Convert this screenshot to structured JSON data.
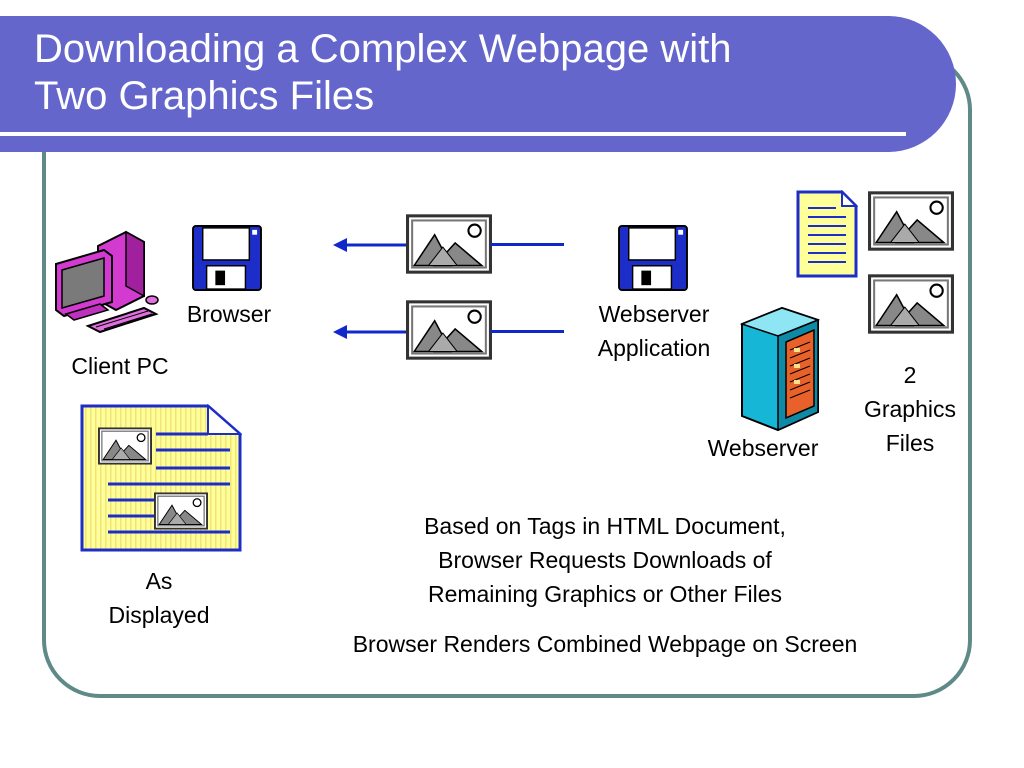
{
  "slide": {
    "title_line1": "Downloading a Complex Webpage with",
    "title_line2": "Two Graphics Files"
  },
  "labels": {
    "client_pc": "Client PC",
    "browser": "Browser",
    "webserver_app_line1": "Webserver",
    "webserver_app_line2": "Application",
    "webserver": "Webserver",
    "graphics_files_line1": "2",
    "graphics_files_line2": "Graphics",
    "graphics_files_line3": "Files",
    "as_displayed_line1": "As",
    "as_displayed_line2": "Displayed"
  },
  "captions": {
    "requests_line1": "Based on Tags in HTML Document,",
    "requests_line2": "Browser Requests Downloads of",
    "requests_line3": "Remaining Graphics or Other Files",
    "renders": "Browser Renders Combined Webpage on Screen"
  },
  "colors": {
    "title_bar": "#6466cc",
    "frame_border": "#5f8a88",
    "arrow": "#1028c8",
    "floppy": "#1d2ec8",
    "document_fill": "#ffff99",
    "pc": "#d23ad0",
    "server": "#16b6d6"
  },
  "icons": [
    "computer-icon",
    "floppy-disk-icon",
    "image-file-icon",
    "html-document-icon",
    "server-icon",
    "arrow-left-icon"
  ]
}
